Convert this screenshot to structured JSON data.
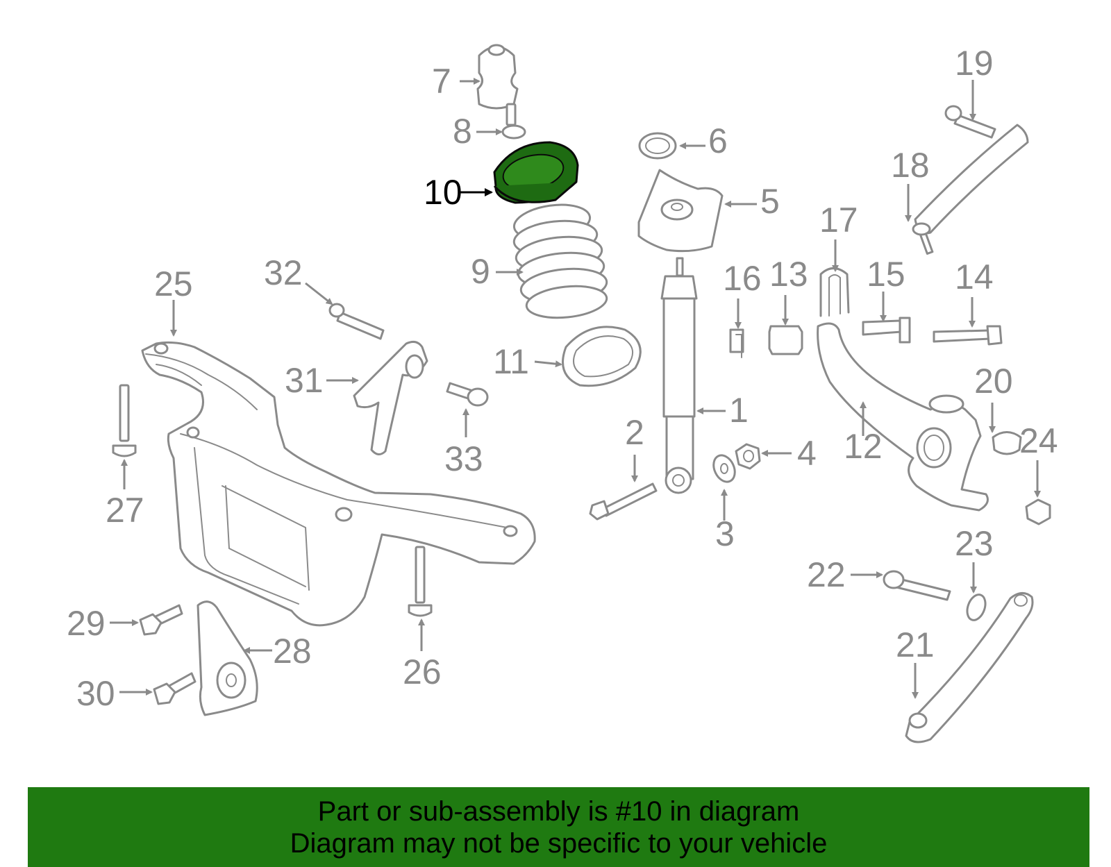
{
  "diagram": {
    "highlighted_part": "10",
    "callouts": [
      "1",
      "2",
      "3",
      "4",
      "5",
      "6",
      "7",
      "8",
      "9",
      "10",
      "11",
      "12",
      "13",
      "14",
      "15",
      "16",
      "17",
      "18",
      "19",
      "20",
      "21",
      "22",
      "23",
      "24",
      "25",
      "26",
      "27",
      "28",
      "29",
      "30",
      "31",
      "32",
      "33"
    ]
  },
  "banner": {
    "line1": "Part or sub-assembly is #10 in diagram",
    "line2": "Diagram may not be specific to your vehicle",
    "color": "#1f7a11"
  },
  "colors": {
    "line": "#8a8a8a",
    "highlight": "#1e6b12"
  }
}
